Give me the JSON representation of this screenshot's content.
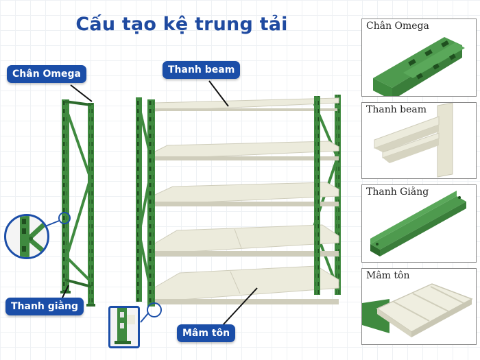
{
  "title": "Cấu tạo kệ trung tải",
  "labels": {
    "chan_omega": "Chân Omega",
    "thanh_beam": "Thanh beam",
    "thanh_giang": "Thanh giằng",
    "mam_ton": "Mâm tôn"
  },
  "panels": [
    {
      "label": "Chân Omega"
    },
    {
      "label": "Thanh beam"
    },
    {
      "label": "Thanh Giằng"
    },
    {
      "label": "Mâm tôn"
    }
  ],
  "colors": {
    "frame_green": "#3f8a3f",
    "frame_dark": "#2c6a2c",
    "shelf_cream": "#ecebdc",
    "shelf_shadow": "#cfcdbb",
    "label_blue": "#1b4ea8",
    "title_blue": "#1f4aa0"
  }
}
